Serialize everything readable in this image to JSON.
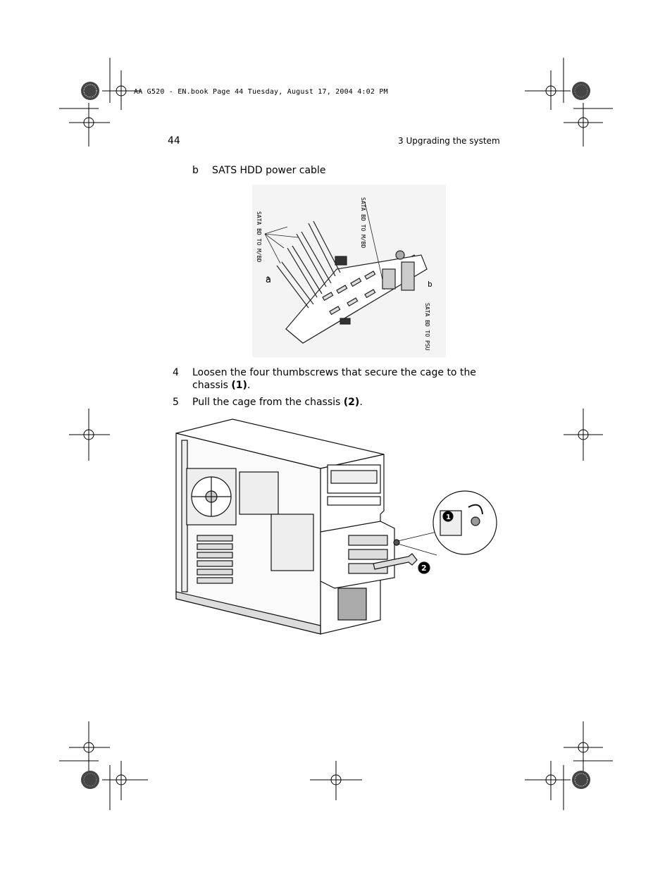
{
  "print_header": "AA G520 - EN.book  Page 44  Tuesday, August 17, 2004  4:02 PM",
  "page_number": "44",
  "running_head": "3 Upgrading the system",
  "sub_item": {
    "letter": "b",
    "text": "SATS HDD power cable"
  },
  "figure1": {
    "label_a": "a",
    "label_b": "b",
    "vertical_label_left": "SATA BD TO M/BD",
    "vertical_label_top": "SATA BD TO M/BD",
    "vertical_label_right": "SATA BD TO PSU"
  },
  "steps": [
    {
      "num": "4",
      "text": "Loosen the four thumbscrews that secure the cage to the chassis ",
      "bold": "(1)",
      "after": "."
    },
    {
      "num": "5",
      "text": "Pull  the cage from the chassis ",
      "bold": "(2)",
      "after": "."
    }
  ],
  "figure2": {
    "callout_1": "1",
    "callout_2": "2"
  }
}
